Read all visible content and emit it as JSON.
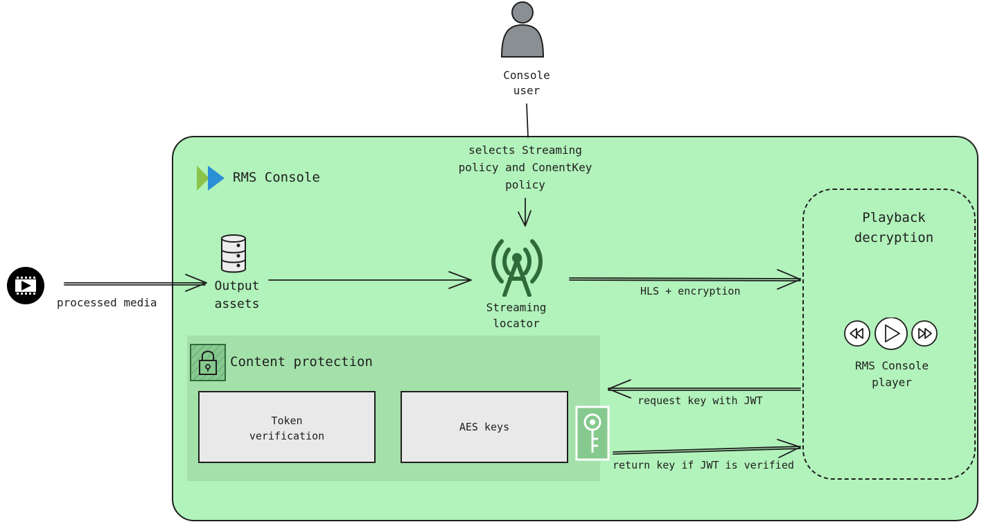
{
  "user": {
    "label_line1": "Console",
    "label_line2": "user"
  },
  "console": {
    "title": "RMS Console"
  },
  "selection": {
    "line1": "selects Streaming",
    "line2": "policy and ConentKey",
    "line3": "policy"
  },
  "media": {
    "label": "processed media"
  },
  "output_assets": {
    "line1": "Output",
    "line2": "assets"
  },
  "streaming_locator": {
    "line1": "Streaming",
    "line2": "locator"
  },
  "hls": {
    "label": "HLS + encryption"
  },
  "playback": {
    "line1": "Playback",
    "line2": "decryption"
  },
  "player": {
    "line1": "RMS Console",
    "line2": "player"
  },
  "content_protection": {
    "title": "Content protection",
    "token_box": {
      "line1": "Token",
      "line2": "verification"
    },
    "aes_box": {
      "label": "AES keys"
    }
  },
  "request_key": {
    "label": "request key with JWT"
  },
  "return_key": {
    "label": "return key if JWT is verified"
  },
  "colors": {
    "panel_fill": "#b2f2bb",
    "content_protection_fill": "#a4e1aa",
    "icon_dark_green": "#2f6b3a",
    "logo_green": "#8bc34a",
    "logo_blue": "#2b8fd6",
    "user_gray": "#8a8f94"
  }
}
